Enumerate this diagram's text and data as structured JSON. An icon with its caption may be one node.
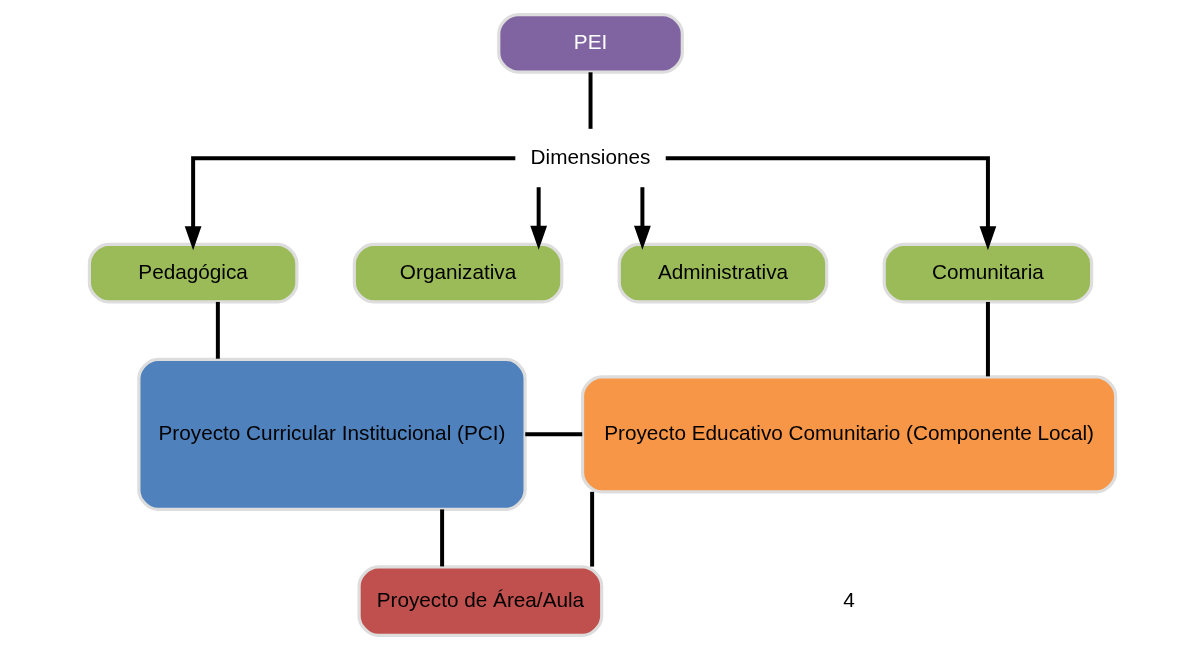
{
  "diagram": {
    "nodes": [
      {
        "text": [
          "PEI"
        ]
      },
      {
        "text": [
          "Dimensiones"
        ]
      },
      {
        "text": [
          "Pedagógica"
        ]
      },
      {
        "text": [
          "Organizativa"
        ]
      },
      {
        "text": [
          "Administrativa"
        ]
      },
      {
        "text": [
          "Comunitaria"
        ]
      },
      {
        "text": [
          "Proyecto Curricular Institucional (PCI)"
        ]
      },
      {
        "text": [
          "Proyecto de Área/Aula"
        ]
      },
      {
        "text": [
          "Proyecto Educativo Comunitario (Componente Local)"
        ]
      }
    ],
    "edges": [
      {
        "from": 0,
        "to": 1,
        "arrow": "none"
      },
      {
        "from": 1,
        "to": 2,
        "arrow": "to"
      },
      {
        "from": 1,
        "to": 3,
        "arrow": "to"
      },
      {
        "from": 1,
        "to": 4,
        "arrow": "to"
      },
      {
        "from": 1,
        "to": 5,
        "arrow": "to"
      },
      {
        "from": 2,
        "to": 6,
        "arrow": "none"
      },
      {
        "from": 6,
        "to": 7,
        "arrow": "none"
      },
      {
        "from": 6,
        "to": 8,
        "arrow": "none"
      },
      {
        "from": 7,
        "to": 8,
        "arrow": "none"
      },
      {
        "from": 5,
        "to": 8,
        "arrow": "none"
      }
    ],
    "labels": [
      "4"
    ]
  }
}
